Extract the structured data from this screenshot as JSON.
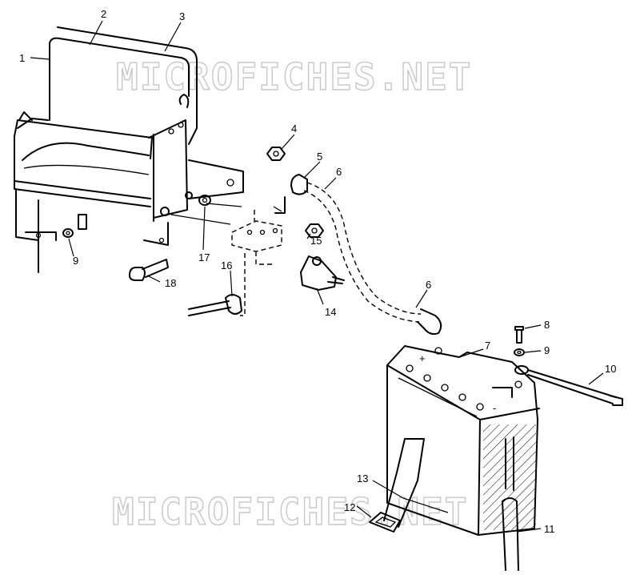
{
  "watermark": {
    "text": "MICROFICHES.NET"
  },
  "callouts": {
    "c1": "1",
    "c2": "2",
    "c3": "3",
    "c4": "4",
    "c5": "5",
    "c6a": "6",
    "c6b": "6",
    "c7": "7",
    "c8": "8",
    "c9a": "9",
    "c9b": "9",
    "c10": "10",
    "c11": "11",
    "c12": "12",
    "c13": "13",
    "c14": "14",
    "c15": "15",
    "c16": "16",
    "c17": "17",
    "c18": "18"
  },
  "battery": {
    "plus_symbol": "+",
    "minus_symbol": "-"
  }
}
